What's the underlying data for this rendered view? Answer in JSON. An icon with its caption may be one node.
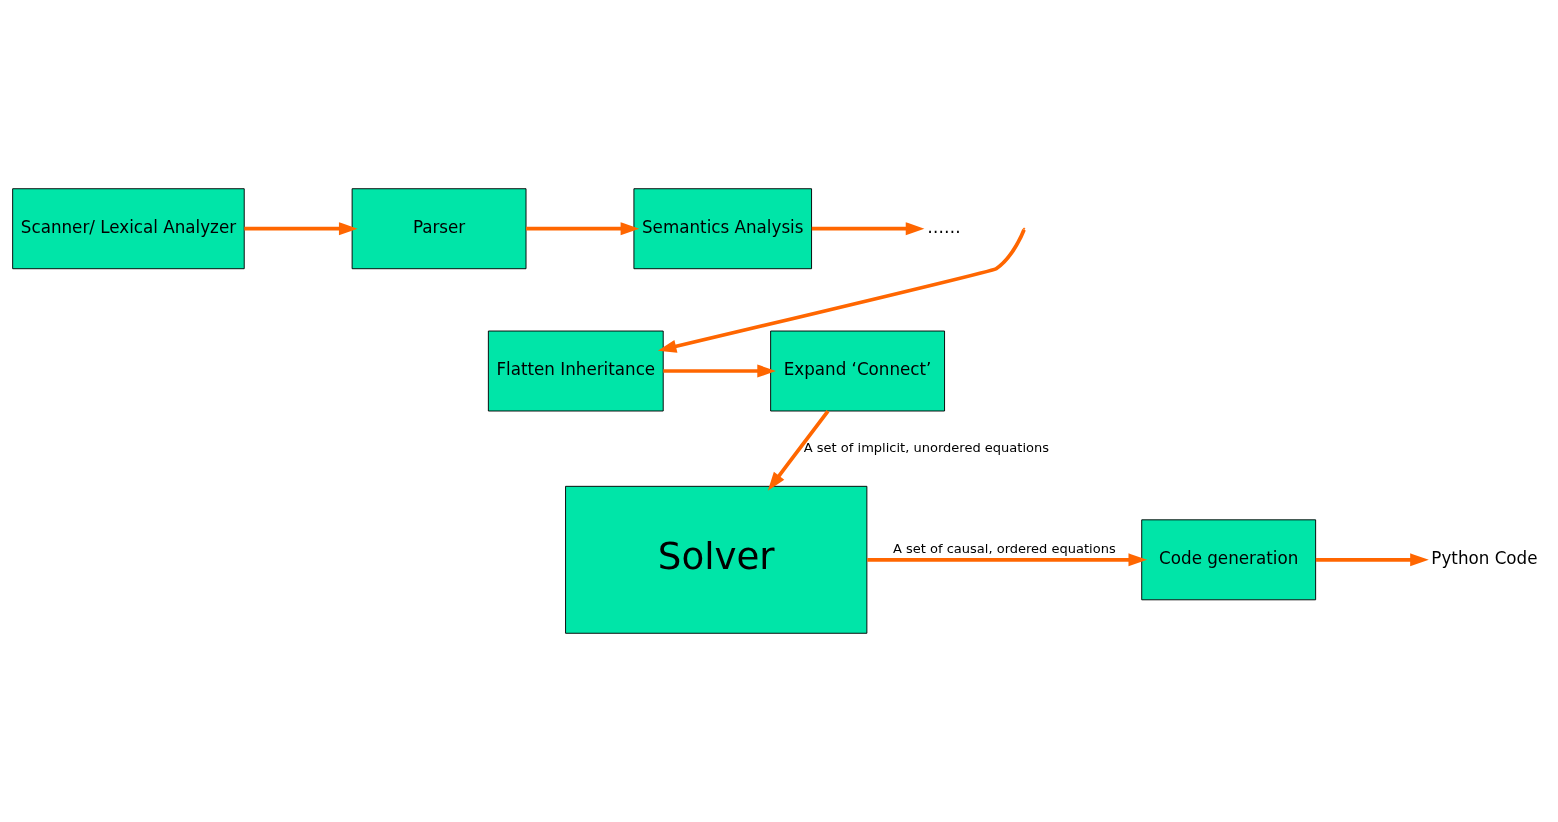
{
  "diagram": {
    "nodes": [
      {
        "text": [
          "Scanner/ Lexical Analyzer"
        ]
      },
      {
        "text": [
          "Parser"
        ]
      },
      {
        "text": [
          "Semantics Analysis"
        ]
      },
      {
        "text": [
          "……"
        ]
      },
      {
        "text": [
          "Flatten Inheritance"
        ]
      },
      {
        "text": [
          "Expand ‘Connect’"
        ]
      },
      {
        "text": [
          "Solver"
        ]
      },
      {
        "text": [
          "Code generation"
        ]
      },
      {
        "text": [
          "Python Code"
        ]
      }
    ],
    "edges": [
      {
        "from": 0,
        "to": 1,
        "arrow": "to"
      },
      {
        "from": 1,
        "to": 2,
        "arrow": "to"
      },
      {
        "from": 2,
        "to": 3,
        "arrow": "to"
      },
      {
        "from": null,
        "to": 4,
        "arrow": "to"
      },
      {
        "from": 4,
        "to": 5,
        "arrow": "to"
      },
      {
        "from": 5,
        "to": 6,
        "arrow": "to",
        "label": "A set of implicit, unordered equations"
      },
      {
        "from": 6,
        "to": 7,
        "arrow": "to",
        "label": "A set of causal, ordered equations"
      },
      {
        "from": 7,
        "to": 8,
        "arrow": "to"
      }
    ]
  }
}
